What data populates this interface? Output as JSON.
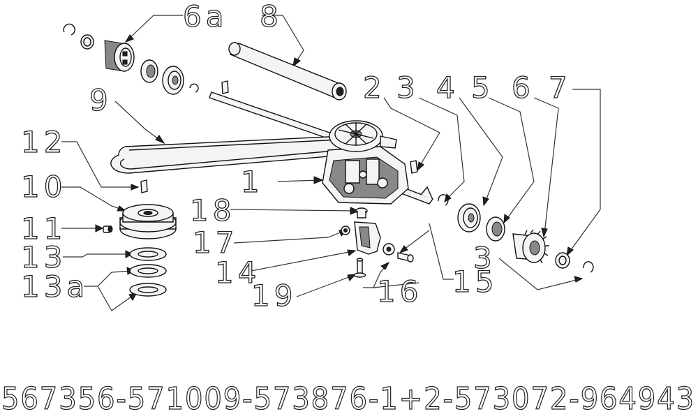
{
  "labels": {
    "l6a": "6a",
    "l8": "8",
    "l2": "2",
    "l3a": "3",
    "l4": "4",
    "l5": "5",
    "l6": "6",
    "l7": "7",
    "l9": "9",
    "l12": "12",
    "l10": "10",
    "l1": "1",
    "l18": "18",
    "l11": "11",
    "l17": "17",
    "l13": "13",
    "l3b": "3",
    "l14": "14",
    "l15": "15",
    "l13a": "13a",
    "l19": "19",
    "l16": "16"
  },
  "footer": {
    "part_numbers": "567356-571009-573876-1+2-573072-964943"
  },
  "colors": {
    "stroke": "#111111",
    "background": "#ffffff"
  }
}
